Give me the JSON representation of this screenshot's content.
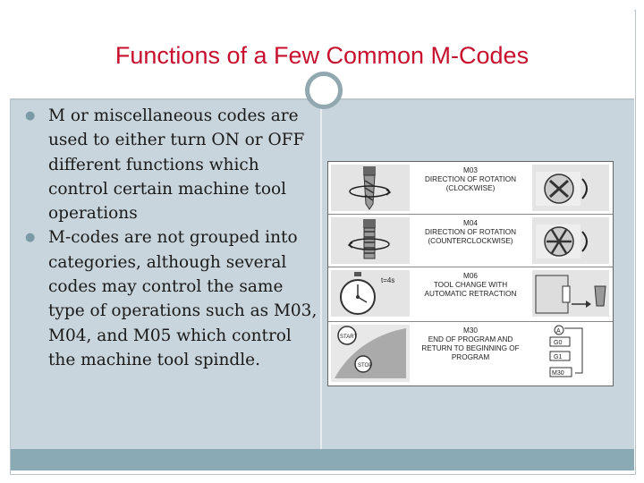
{
  "slide": {
    "title": "Functions of a Few Common M-Codes"
  },
  "bullets": [
    {
      "text": "M or miscellaneous codes are used to either turn ON or OFF different functions which control certain machine tool operations"
    },
    {
      "text": "M-codes are not grouped into categories, although several codes may control the same type of operations such as M03, M04, and M05 which control the machine tool spindle."
    }
  ],
  "figure": {
    "rows": [
      {
        "code": "M03",
        "desc": "DIRECTION OF ROTATION (CLOCKWISE)"
      },
      {
        "code": "M04",
        "desc": "DIRECTION OF ROTATION (COUNTERCLOCKWISE)"
      },
      {
        "code": "M06",
        "desc": "TOOL CHANGE WITH AUTOMATIC RETRACTION",
        "timer_label": "t=4s"
      },
      {
        "code": "M30",
        "desc": "END OF PROGRAM AND RETURN TO BEGINNING OF PROGRAM",
        "start_label": "START",
        "stop_label": "STOP",
        "program_labels": [
          "A",
          "G0",
          "G1",
          "M30"
        ]
      }
    ]
  },
  "colors": {
    "title": "#c8102e",
    "panel": "#c9d5dc",
    "bottom_bar": "#8aaab5",
    "circle_ring": "#92a8b0"
  }
}
